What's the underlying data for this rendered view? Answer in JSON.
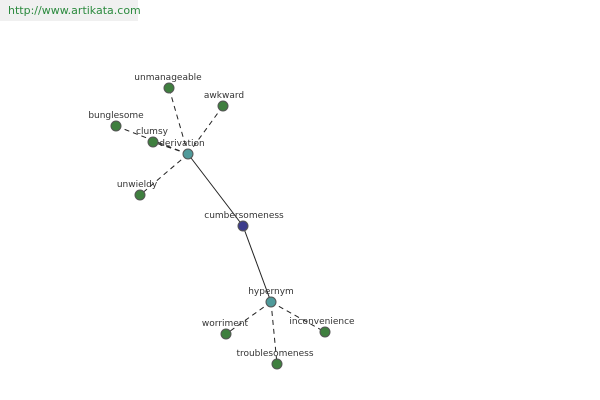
{
  "url": "http://www.artikata.com",
  "colors": {
    "leaf_fill": "#3f7f3f",
    "hub_fill": "#4f9a9a",
    "root_fill": "#3c3c8c",
    "edge": "#222222"
  },
  "nodes": {
    "root": "cumbersomeness",
    "hub_derivation": "derivation",
    "hub_hypernym": "hypernym",
    "unmanageable": "unmanageable",
    "awkward": "awkward",
    "bunglesome": "bunglesome",
    "clumsy": "clumsy",
    "unwieldy": "unwieldy",
    "worriment": "worriment",
    "inconvenience": "inconvenience",
    "troublesomeness": "troublesomeness"
  }
}
